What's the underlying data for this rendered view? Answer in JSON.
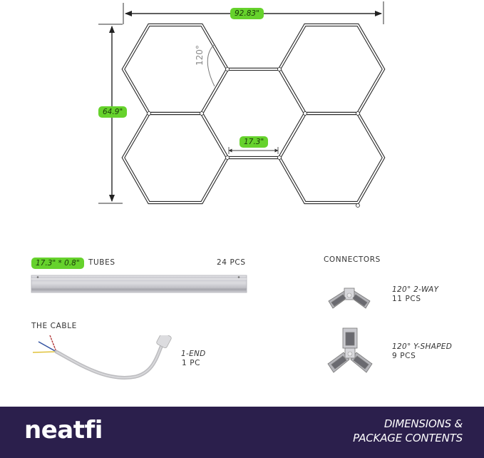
{
  "diagram": {
    "width_label": "92.83\"",
    "height_label": "64.9\"",
    "side_label": "17.3\"",
    "angle_label": "120°",
    "label_color": "#66d22c",
    "layout": "5 hexagons (2 left column, 1 center, 2 right column)"
  },
  "tubes": {
    "size_label": "17.3\" * 0.8\"",
    "title": "TUBES",
    "quantity": "24 PCS"
  },
  "connectors": {
    "title": "CONNECTORS",
    "items": [
      {
        "type": "120° 2-WAY",
        "quantity": "11 PCS",
        "icon": "two-way-connector"
      },
      {
        "type": "120° Y-SHAPED",
        "quantity": "9 PCS",
        "icon": "y-shaped-connector"
      }
    ]
  },
  "cable": {
    "title": "THE CABLE",
    "type": "1-END",
    "quantity": "1 PC",
    "wire_colors": [
      "#c0392b",
      "#2c4fa3",
      "#e3c53a"
    ]
  },
  "footer": {
    "brand": "neatfi",
    "title_line1": "DIMENSIONS &",
    "title_line2": "PACKAGE CONTENTS",
    "background": "#2b1f4c"
  }
}
